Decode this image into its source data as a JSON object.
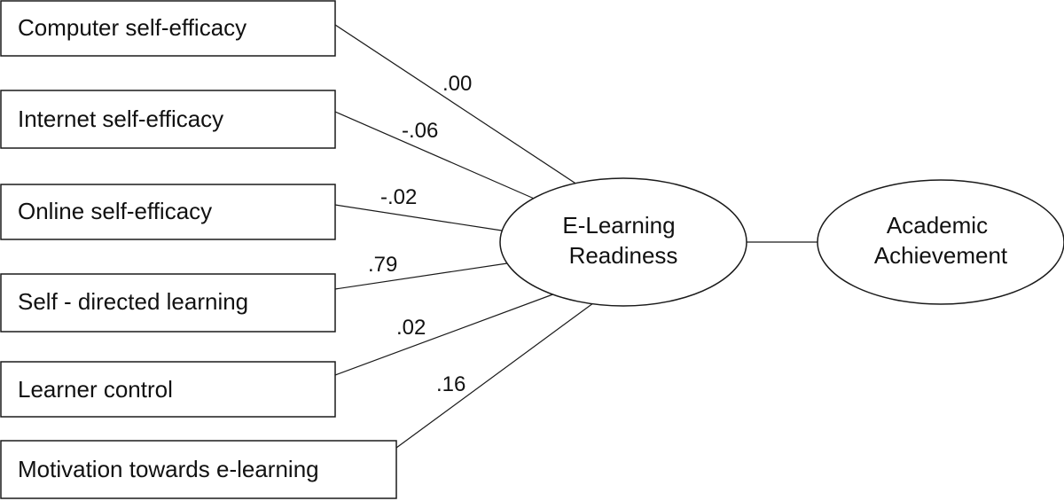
{
  "predictors": [
    {
      "label": "Computer self-efficacy",
      "weight": ".00"
    },
    {
      "label": "Internet self-efficacy",
      "weight": "-.06"
    },
    {
      "label": "Online self-efficacy",
      "weight": "-.02"
    },
    {
      "label": "Self - directed learning",
      "weight": ".79"
    },
    {
      "label": "Learner control",
      "weight": ".02"
    },
    {
      "label": "Motivation towards e-learning",
      "weight": ".16"
    }
  ],
  "mediator": {
    "line1": "E-Learning",
    "line2": "Readiness"
  },
  "outcome": {
    "line1": "Academic",
    "line2": "Achievement"
  }
}
